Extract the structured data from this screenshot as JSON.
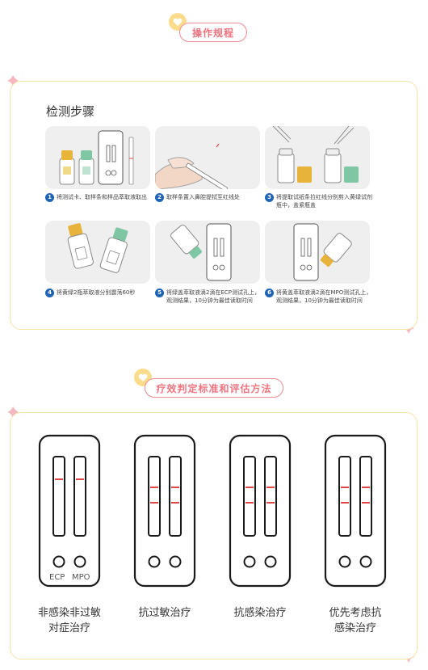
{
  "section1": {
    "title": "操作规程"
  },
  "detection": {
    "heading": "检测步骤",
    "steps": [
      {
        "num": "1",
        "text": "将测试卡、取样条和样品萃取液取出"
      },
      {
        "num": "2",
        "text": "取样条置入鼻腔提拭至红线处"
      },
      {
        "num": "3",
        "text": "将提取试纸条拉红线分别剪入黄绿试剂瓶中，盖紧瓶盖"
      },
      {
        "num": "4",
        "text": "将黄绿2瓶萃取液分别震荡60秒"
      },
      {
        "num": "5",
        "text": "将绿盖萃取液滴2滴在ECP测试孔上，观测结果，10分钟为最佳读取时间"
      },
      {
        "num": "6",
        "text": "将黄盖萃取液滴2滴在MPO测试孔上，观测结果，10分钟为最佳读取时间"
      }
    ]
  },
  "section2": {
    "title": "疗效判定标准和评估方法"
  },
  "cards": {
    "port_labels": [
      "ECP",
      "MPO"
    ],
    "items": [
      {
        "label": "非感染非过敏对症治疗",
        "label_lines": [
          "非感染非过敏",
          "对症治疗"
        ],
        "ecp_lines": 1,
        "mpo_lines": 1
      },
      {
        "label": "抗过敏治疗",
        "label_lines": [
          "抗过敏治疗"
        ],
        "ecp_lines": 2,
        "mpo_lines": 2
      },
      {
        "label": "抗感染治疗",
        "label_lines": [
          "抗感染治疗"
        ],
        "ecp_lines": 2,
        "mpo_lines": 2
      },
      {
        "label": "优先考虑抗感染治疗",
        "label_lines": [
          "优先考虑抗",
          "感染治疗"
        ],
        "ecp_lines": 2,
        "mpo_lines": 2
      }
    ]
  },
  "colors": {
    "accent_pink": "#ee7480",
    "panel_border": "#f7e2a8",
    "badge_yellow": "#fbdc8c",
    "step_blue": "#1e63b5",
    "result_red": "#e04646",
    "cap_yellow": "#e7b33b",
    "cap_green": "#7fc6a5"
  }
}
